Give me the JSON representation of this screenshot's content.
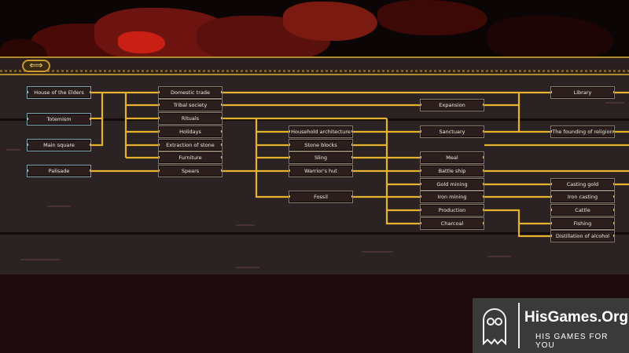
{
  "colors": {
    "link": "#e6b22e",
    "node_bg": "#2b1e1d",
    "node_border": "#8a7a6a",
    "panel": "#2b2223",
    "lava": "#b11a12"
  },
  "toggle_icon": "double-arrow-icon",
  "toggle_glyph": "⟺",
  "nodes": [
    {
      "id": "house",
      "label": "House of the Elders"
    },
    {
      "id": "totemism",
      "label": "Totemism"
    },
    {
      "id": "mainsq",
      "label": "Main square"
    },
    {
      "id": "palisade",
      "label": "Palisade"
    },
    {
      "id": "domestic",
      "label": "Domestic trade"
    },
    {
      "id": "tribal",
      "label": "Tribal society"
    },
    {
      "id": "rituals",
      "label": "Rituals"
    },
    {
      "id": "holidays",
      "label": "Holidays"
    },
    {
      "id": "extraction",
      "label": "Extraction of stone"
    },
    {
      "id": "furniture",
      "label": "Furniture"
    },
    {
      "id": "spears",
      "label": "Spears"
    },
    {
      "id": "household",
      "label": "Household architecture"
    },
    {
      "id": "stoneblocks",
      "label": "Stone blocks"
    },
    {
      "id": "sling",
      "label": "Sling"
    },
    {
      "id": "warrior",
      "label": "Warrior's hut"
    },
    {
      "id": "fossil",
      "label": "Fossil"
    },
    {
      "id": "expansion",
      "label": "Expansion"
    },
    {
      "id": "sanctuary",
      "label": "Sanctuary"
    },
    {
      "id": "meal",
      "label": "Meal"
    },
    {
      "id": "battleship",
      "label": "Battle ship"
    },
    {
      "id": "goldmining",
      "label": "Gold mining"
    },
    {
      "id": "ironmining",
      "label": "Iron mining"
    },
    {
      "id": "production",
      "label": "Production"
    },
    {
      "id": "charcoal",
      "label": "Charcoal"
    },
    {
      "id": "library",
      "label": "Library"
    },
    {
      "id": "religion",
      "label": "The founding of religion"
    },
    {
      "id": "castgold",
      "label": "Casting gold"
    },
    {
      "id": "castiron",
      "label": "Iron casting"
    },
    {
      "id": "cattle",
      "label": "Cattle"
    },
    {
      "id": "fishing",
      "label": "Fishing"
    },
    {
      "id": "alcohol",
      "label": "Distillation of alcohol"
    }
  ],
  "watermark": {
    "title": "HisGames.Org",
    "tagline": "HIS GAMES FOR YOU",
    "icon": "ghost-icon"
  }
}
